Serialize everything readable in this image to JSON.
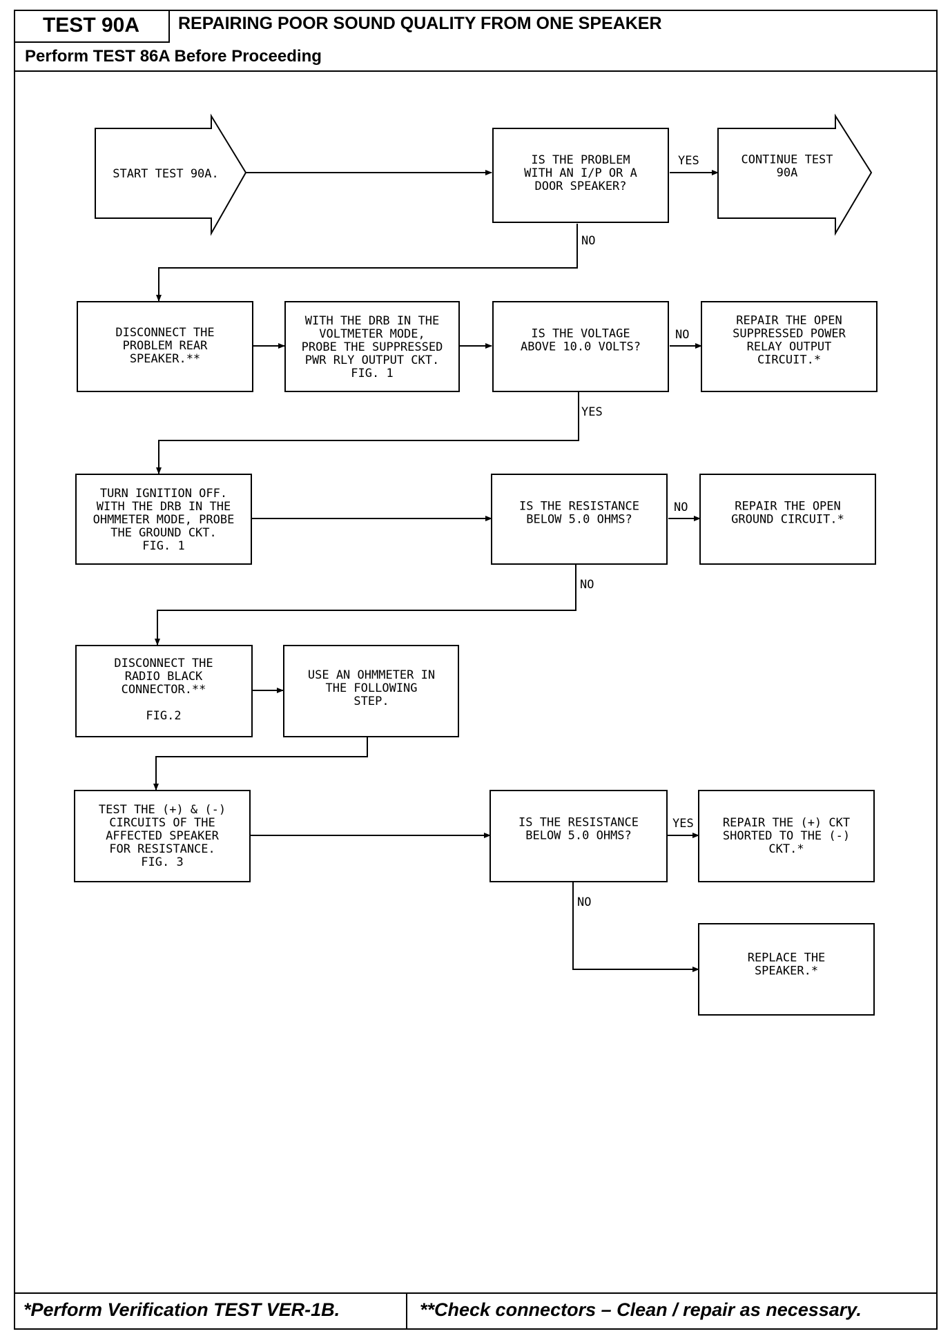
{
  "header": {
    "test_id": "TEST 90A",
    "title": "REPAIRING POOR SOUND QUALITY FROM ONE SPEAKER",
    "subtitle": "Perform TEST 86A Before Proceeding"
  },
  "footer": {
    "left_note": "*Perform Verification TEST VER-1B.",
    "right_note": "**Check connectors – Clean / repair as necessary."
  },
  "flowchart": {
    "start": [
      "START TEST 90A."
    ],
    "q_ip_door": [
      "IS THE PROBLEM",
      "WITH AN I/P OR A",
      "DOOR SPEAKER?"
    ],
    "continue": [
      "CONTINUE TEST",
      "90A"
    ],
    "disconnect_rear": [
      "DISCONNECT THE",
      "PROBLEM REAR",
      "SPEAKER.**"
    ],
    "probe_voltage": [
      "WITH THE DRB IN THE",
      "VOLTMETER MODE,",
      "PROBE THE SUPPRESSED",
      "PWR RLY OUTPUT CKT.",
      "FIG. 1"
    ],
    "q_voltage": [
      "IS THE VOLTAGE",
      "ABOVE 10.0 VOLTS?"
    ],
    "repair_power": [
      "REPAIR THE OPEN",
      "SUPPRESSED POWER",
      "RELAY OUTPUT",
      "CIRCUIT.*"
    ],
    "ignition_off": [
      "TURN IGNITION OFF.",
      "WITH THE DRB IN THE",
      "OHMMETER MODE, PROBE",
      "THE GROUND CKT.",
      "FIG. 1"
    ],
    "q_resistance_1": [
      "IS THE RESISTANCE",
      "BELOW 5.0 OHMS?"
    ],
    "repair_ground": [
      "REPAIR THE OPEN",
      "GROUND CIRCUIT.*"
    ],
    "disconnect_radio": [
      "DISCONNECT THE",
      "RADIO BLACK",
      "CONNECTOR.**",
      "",
      "FIG.2"
    ],
    "use_ohmmeter": [
      "USE AN OHMMETER IN",
      "THE FOLLOWING",
      "STEP."
    ],
    "test_circuits": [
      "TEST THE (+) & (-)",
      "CIRCUITS OF THE",
      "AFFECTED SPEAKER",
      "FOR RESISTANCE.",
      "FIG. 3"
    ],
    "q_resistance_2": [
      "IS THE RESISTANCE",
      "BELOW 5.0 OHMS?"
    ],
    "repair_short": [
      "REPAIR THE (+) CKT",
      "SHORTED TO THE (-)",
      "CKT.*"
    ],
    "replace_speaker": [
      "REPLACE THE",
      "SPEAKER.*"
    ],
    "labels": {
      "yes_1": "YES",
      "no_1": "NO",
      "no_2": "NO",
      "yes_2": "YES",
      "no_3": "NO",
      "no_4": "NO",
      "yes_3": "YES",
      "no_5": "NO"
    }
  }
}
